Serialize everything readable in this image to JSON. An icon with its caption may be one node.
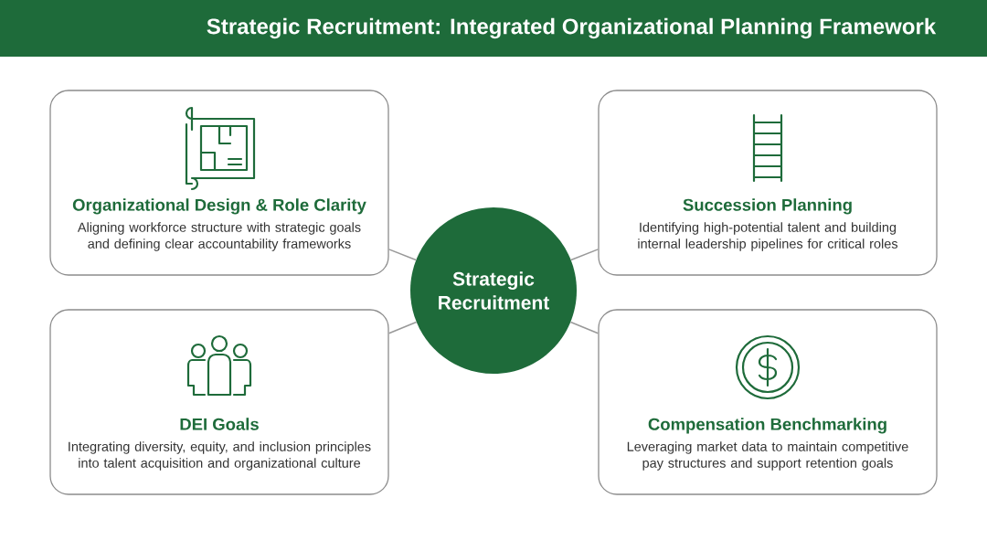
{
  "diagram": {
    "title": "Strategic Recruitment: Integrated Organizational Planning Framework",
    "nodes": [
      {
        "text": [
          "Organizational Design & Role Clarity",
          "Aligning workforce structure with strategic goals and defining clear accountability frameworks"
        ]
      },
      {
        "text": [
          "Succession Planning",
          "Identifying high-potential talent and building internal leadership pipelines for critical roles"
        ]
      },
      {
        "text": [
          "Strategic Recruitment"
        ]
      },
      {
        "text": [
          "DEI Goals",
          "Integrating diversity, equity, and inclusion principles into talent acquisition and organizational culture"
        ]
      },
      {
        "text": [
          "Compensation Benchmarking",
          "Leveraging market data to maintain competitive pay structures and support retention goals"
        ]
      }
    ],
    "edges": [
      {
        "from": 2,
        "to": 0,
        "arrow": "none"
      },
      {
        "from": 2,
        "to": 1,
        "arrow": "none"
      },
      {
        "from": 2,
        "to": 3,
        "arrow": "none"
      },
      {
        "from": 2,
        "to": 4,
        "arrow": "none"
      }
    ]
  }
}
